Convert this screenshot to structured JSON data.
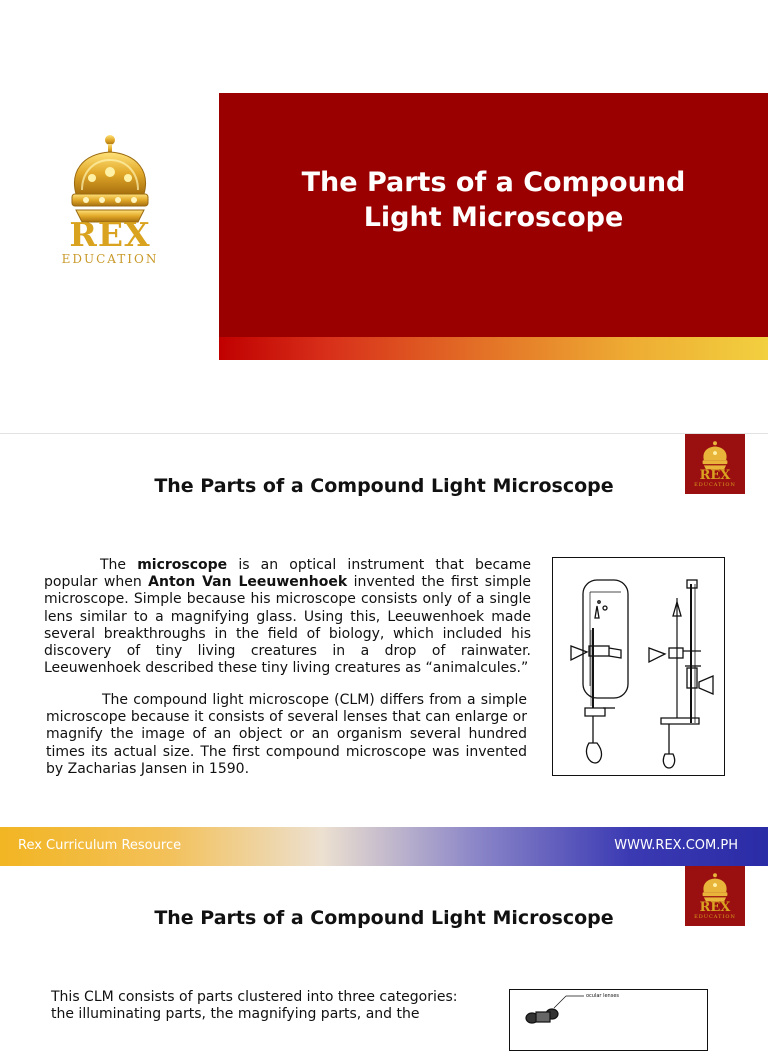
{
  "brand": {
    "logo_name": "REX",
    "logo_tagline": "EDUCATION",
    "colors": {
      "maroon": "#9b0000",
      "gold": "#d9a320",
      "footer_blue": "#2a2ba6"
    }
  },
  "slide1": {
    "title_line1": "The Parts of a Compound",
    "title_line2": "Light Microscope"
  },
  "slide2": {
    "heading": "The Parts of a Compound Light Microscope",
    "p1_pre": "The ",
    "p1_term": "microscope",
    "p1_mid": " is an optical instrument that became popular when ",
    "p1_name": "Anton Van Leeuwenhoek",
    "p1_post": " invented the first simple microscope. Simple because his microscope consists only of a single lens similar to a magnifying glass. Using this, Leeuwenhoek made several breakthroughs in the field of biology, which included his discovery of tiny living creatures in a drop of rainwater. Leeuwenhoek described these tiny living creatures as “animalcules.”",
    "p2": "The compound light microscope (CLM) differs from a simple microscope because it consists of several lenses that can enlarge or magnify the image of an object or an organism several hundred times its actual size. The first compound microscope was invented by Zacharias Jansen in 1590.",
    "footer_left": "Rex Curriculum Resource",
    "footer_right": "WWW.REX.COM.PH"
  },
  "slide3": {
    "heading": "The Parts of a Compound Light Microscope",
    "p1": "This CLM consists of parts clustered into three categories: the illuminating parts, the magnifying parts, and the",
    "figure_label": "ocular lenses"
  }
}
